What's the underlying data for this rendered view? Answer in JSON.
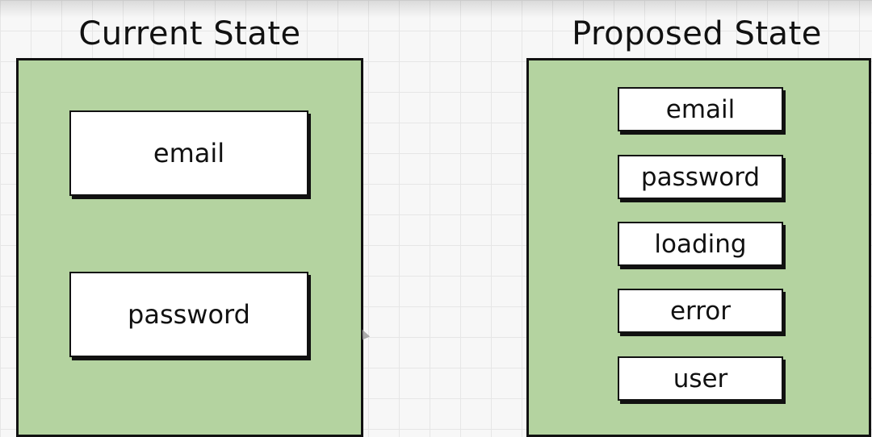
{
  "diagram": {
    "current": {
      "title": "Current State",
      "fields": [
        "email",
        "password"
      ]
    },
    "proposed": {
      "title": "Proposed State",
      "fields": [
        "email",
        "password",
        "loading",
        "error",
        "user"
      ]
    },
    "colors": {
      "panel_fill": "#b4d3a0",
      "box_fill": "#ffffff",
      "outline": "#111111",
      "background": "#f7f7f7",
      "grid": "#e6e6e6"
    }
  }
}
